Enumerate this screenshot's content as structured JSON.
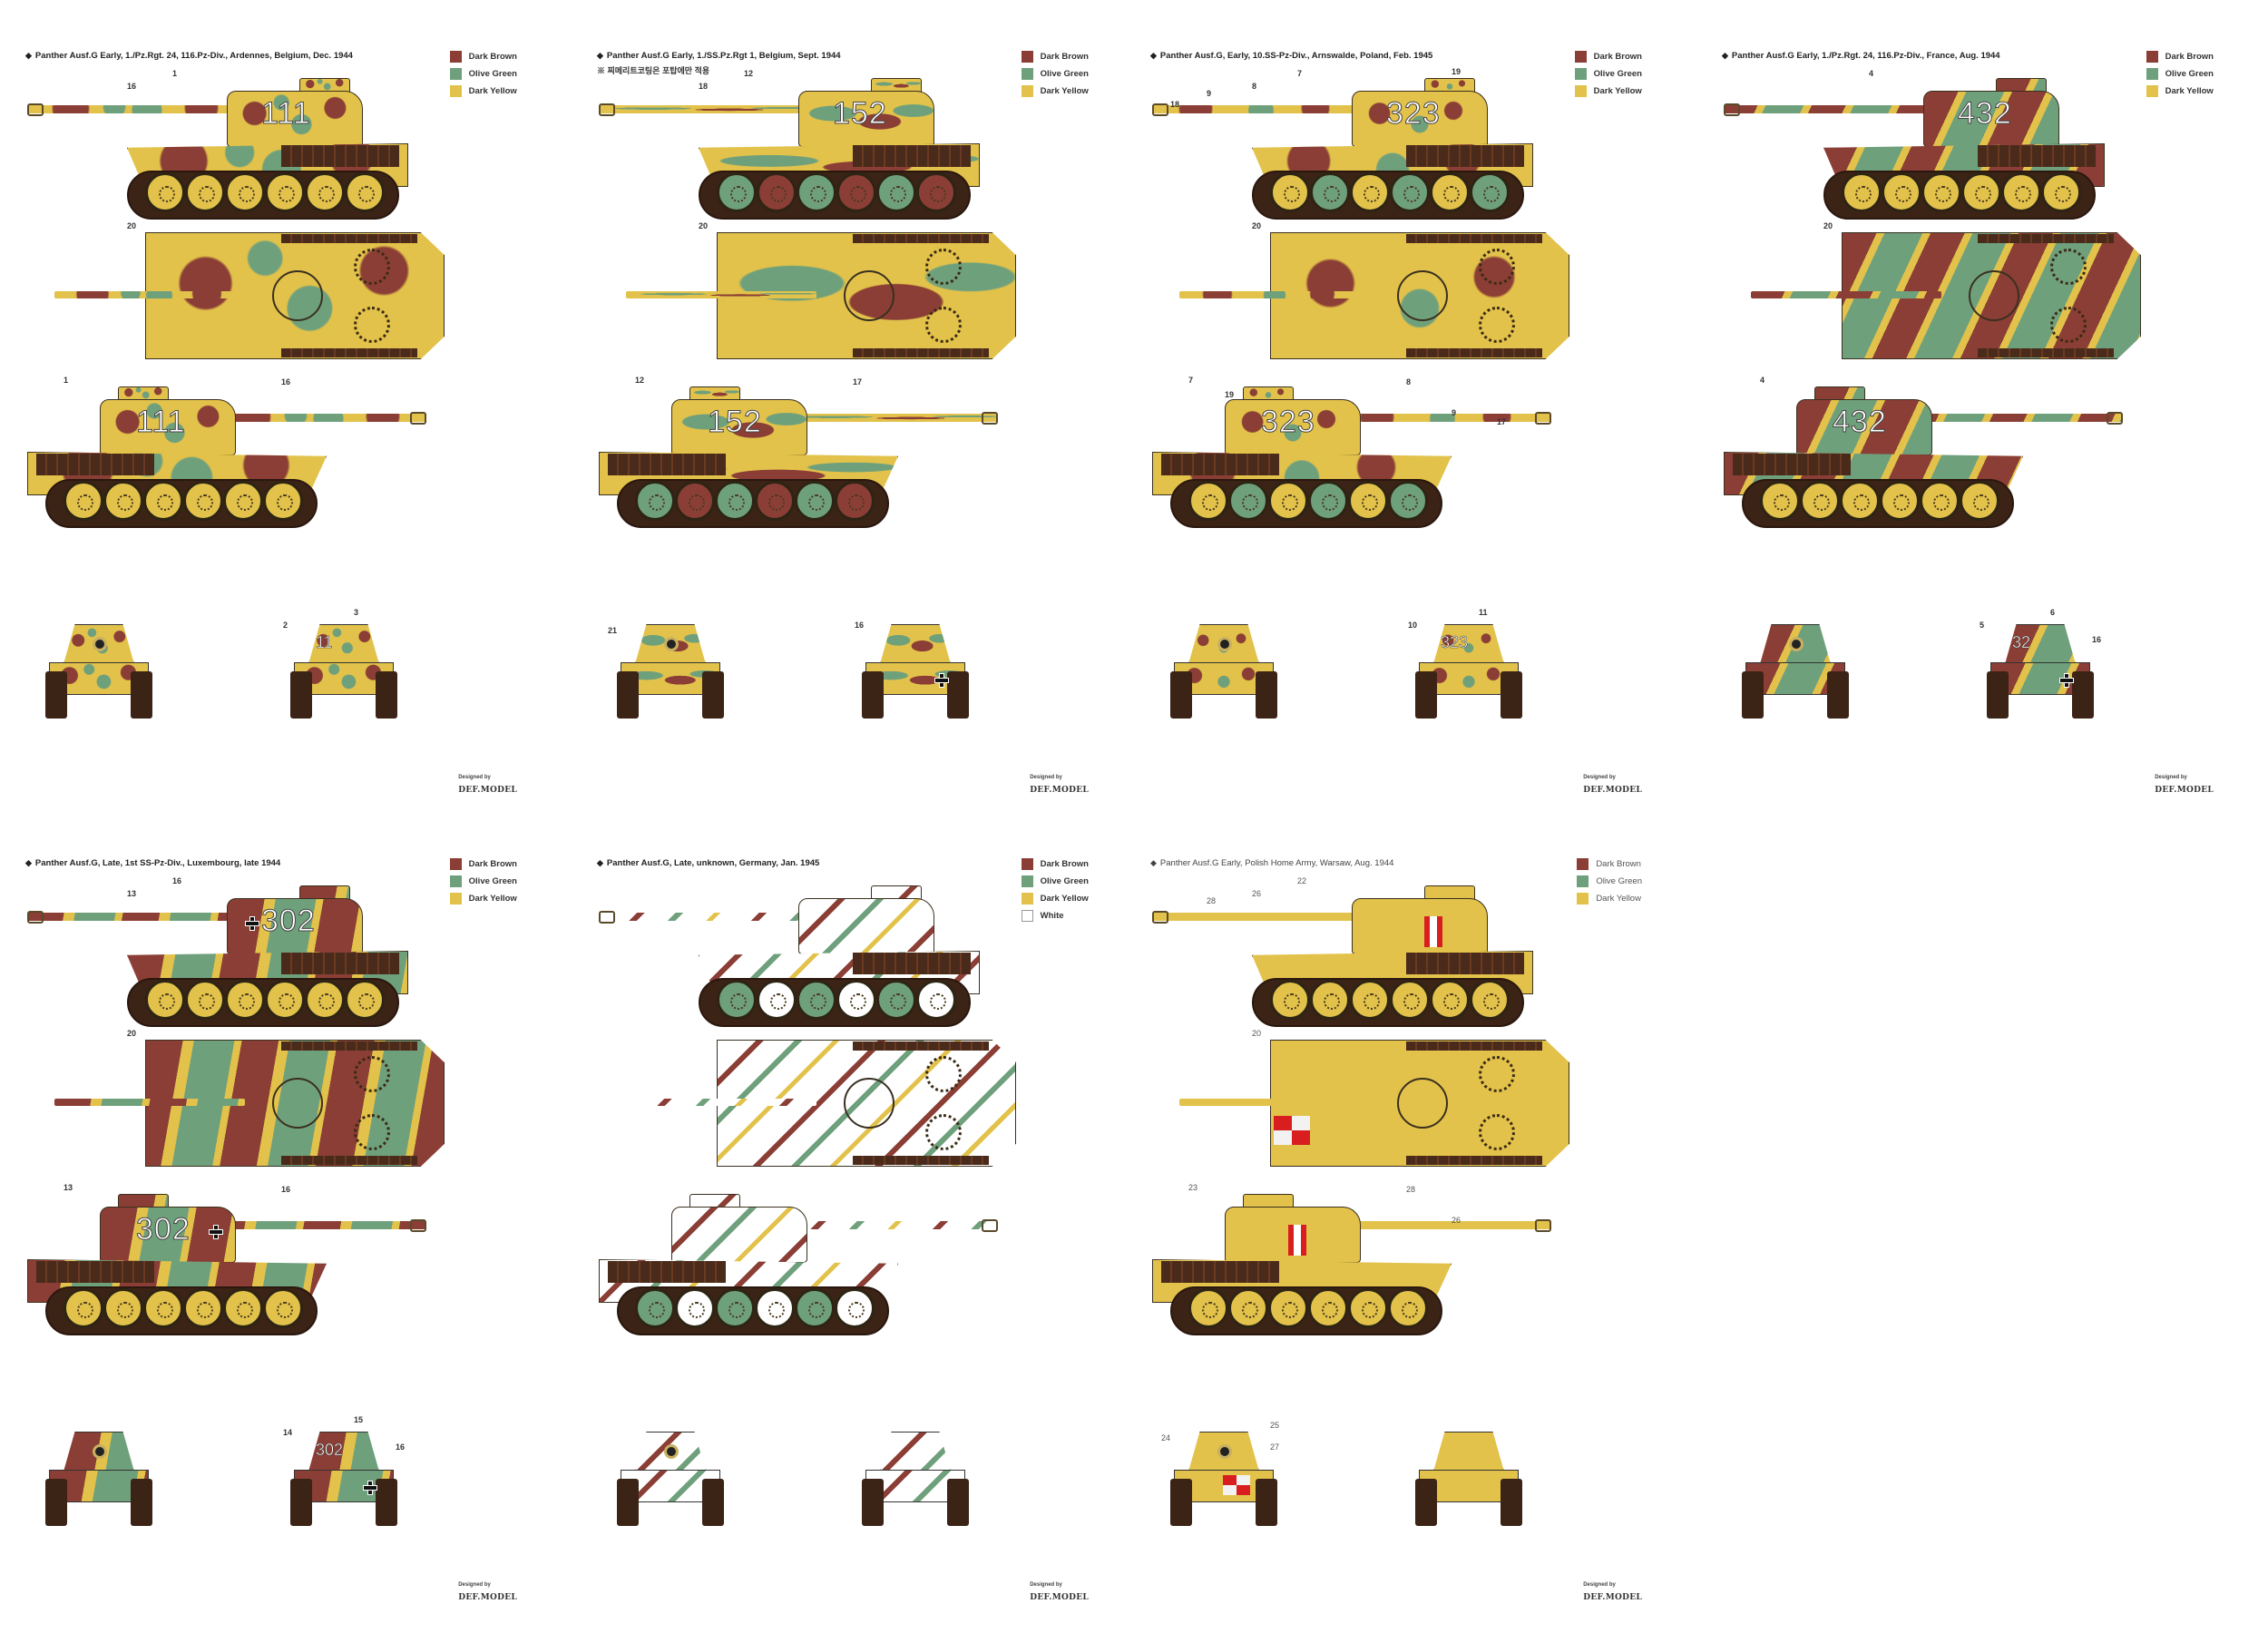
{
  "legend_colors": {
    "dark_brown": "#8b3e35",
    "olive_green": "#6fa07c",
    "dark_yellow": "#e2c24a",
    "white": "#ffffff",
    "track": "#3b2316",
    "polish_red": "#d81e1e"
  },
  "credit": {
    "by": "Designed by",
    "brand": "DEF.MODEL"
  },
  "panels": [
    {
      "title": "Panther Ausf.G Early, 1./Pz.Rgt. 24, 116.Pz-Div., Ardennes, Belgium, Dec. 1944",
      "legend": [
        "Dark Brown",
        "Olive Green",
        "Dark Yellow"
      ],
      "markings": {
        "side": "111",
        "rear": "11"
      },
      "callouts": {
        "side_left": [
          "1",
          "16"
        ],
        "top": [
          "20"
        ],
        "side_right": [
          "1",
          "16"
        ],
        "rear": [
          "2",
          "3"
        ]
      }
    },
    {
      "title": "Panther Ausf.G Early, 1./SS.Pz.Rgt 1, Belgium, Sept. 1944",
      "note": "※ 찌메리트코팅은 포탑에만 적용",
      "legend": [
        "Dark Brown",
        "Olive Green",
        "Dark Yellow"
      ],
      "markings": {
        "side": "152"
      },
      "callouts": {
        "side_left": [
          "12",
          "18"
        ],
        "top": [
          "20"
        ],
        "side_right": [
          "12",
          "17"
        ],
        "front": [
          "21"
        ],
        "rear": [
          "16"
        ]
      }
    },
    {
      "title": "Panther Ausf.G, Early, 10.SS-Pz-Div., Arnswalde, Poland, Feb. 1945",
      "legend": [
        "Dark Brown",
        "Olive Green",
        "Dark Yellow"
      ],
      "markings": {
        "side": "323",
        "rear": "323"
      },
      "callouts": {
        "side_left": [
          "7",
          "8",
          "9",
          "19",
          "18"
        ],
        "top": [
          "20"
        ],
        "side_right": [
          "7",
          "8",
          "9",
          "19",
          "17"
        ],
        "rear": [
          "10",
          "11"
        ]
      }
    },
    {
      "title": "Panther Ausf.G Early, 1./Pz.Rgt. 24, 116.Pz-Div., France, Aug. 1944",
      "legend": [
        "Dark Brown",
        "Olive Green",
        "Dark Yellow"
      ],
      "markings": {
        "side": "432",
        "rear": "32"
      },
      "callouts": {
        "side_left": [
          "4"
        ],
        "top": [
          "20"
        ],
        "side_right": [
          "4"
        ],
        "rear": [
          "5",
          "6",
          "16"
        ]
      }
    },
    {
      "title": "Panther Ausf.G, Late, 1st SS-Pz-Div., Luxembourg, late 1944",
      "legend": [
        "Dark Brown",
        "Olive Green",
        "Dark Yellow"
      ],
      "markings": {
        "side": "302",
        "rear": "302"
      },
      "callouts": {
        "side_left": [
          "16",
          "13"
        ],
        "top": [
          "20"
        ],
        "side_right": [
          "13",
          "16"
        ],
        "rear": [
          "14",
          "15",
          "16"
        ]
      }
    },
    {
      "title": "Panther Ausf.G, Late, unknown, Germany, Jan. 1945",
      "legend": [
        "Dark Brown",
        "Olive Green",
        "Dark Yellow",
        "White"
      ],
      "markings": {},
      "callouts": {}
    },
    {
      "title": "Panther Ausf.G Early, Polish Home Army, Warsaw, Aug. 1944",
      "legend": [
        "Dark Brown",
        "Olive Green",
        "Dark Yellow"
      ],
      "markings": {},
      "callouts": {
        "side_left": [
          "22",
          "26",
          "28"
        ],
        "top": [
          "20"
        ],
        "side_right": [
          "23",
          "28",
          "26"
        ],
        "front": [
          "24",
          "25",
          "27"
        ]
      }
    }
  ]
}
